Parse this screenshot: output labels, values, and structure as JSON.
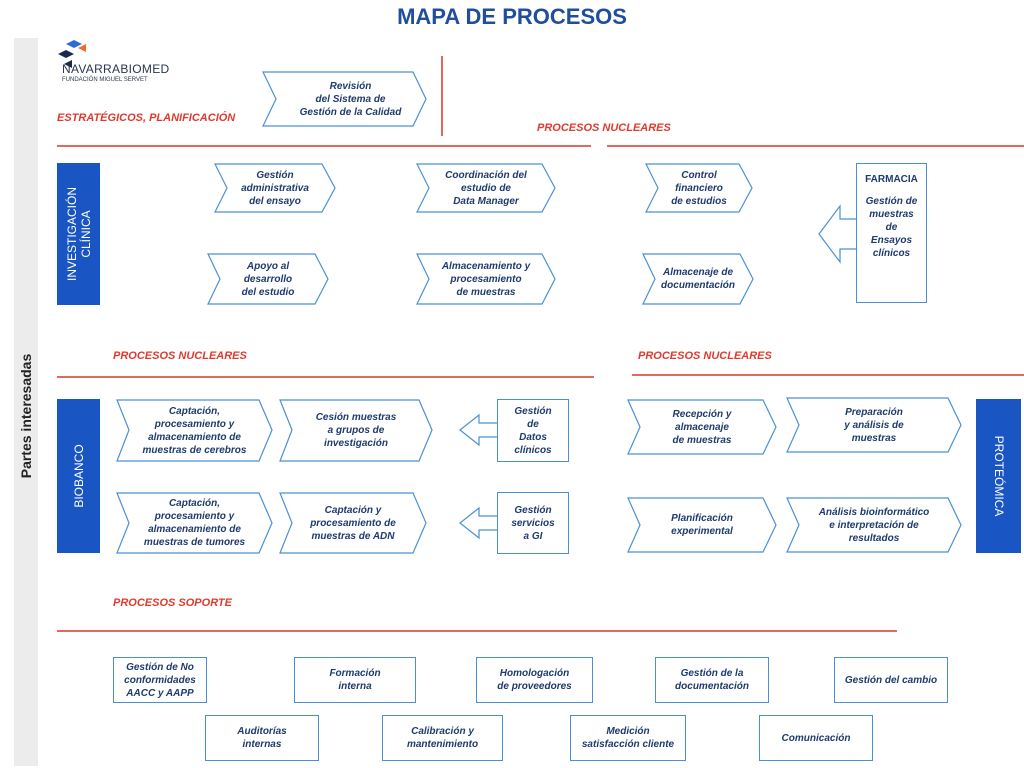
{
  "title": "MAPA DE PROCESOS",
  "stakeholders": "Partes interesadas",
  "logo": {
    "name": "NAVARRABIOMED",
    "subtitle": "FUNDACIÓN MIGUEL SERVET"
  },
  "sections": {
    "strategic": "ESTRATÉGICOS, PLANIFICACIÓN",
    "nuclear": "PROCESOS NUCLEARES",
    "support": "PROCESOS SOPORTE"
  },
  "areas": {
    "clinical": "INVESTIGACIÓN\nCLÍNICA",
    "biobank": "BIOBANCO",
    "proteomics": "PROTEÓMICA"
  },
  "strategic_process": "Revisión\ndel Sistema de\nGestión de la  Calidad",
  "clinical_processes": {
    "admin": "Gestión\nadministrativa\ndel ensayo",
    "coordination": "Coordinación del\nestudio de\nData Manager",
    "financial": "Control\nfinanciero\nde estudios",
    "support": "Apoyo al\ndesarrollo\ndel estudio",
    "samples": "Almacenamiento y\nprocesamiento\nde muestras",
    "documentation": "Almacenaje de\ndocumentación"
  },
  "pharmacy": {
    "title": "FARMACIA",
    "text": "Gestión de\nmuestras\nde\nEnsayos\nclínicos"
  },
  "biobank_processes": {
    "brain": "Captación,\nprocesamiento y\nalmacenamiento de\nmuestras de cerebros",
    "cession": "Cesión muestras\na grupos de\ninvestigación",
    "clinical_data": "Gestión\nde\nDatos\nclínicos",
    "tumor": "Captación,\nprocesamiento y\nalmacenamiento de\nmuestras de tumores",
    "dna": "Captación y\nprocesamiento de\nmuestras de ADN",
    "services": "Gestión\nservicios\na GI"
  },
  "proteomics_processes": {
    "reception": "Recepción y\nalmacenaje\nde muestras",
    "preparation": "Preparación\ny análisis de\nmuestras",
    "planning": "Planificación\nexperimental",
    "bioinformatics": "Análisis bioinformático\ne interpretación de\nresultados"
  },
  "support_processes": {
    "nonconformities": "Gestión de No\nconformidades\nAACC y AAPP",
    "training": "Formación\ninterna",
    "suppliers": "Homologación\nde proveedores",
    "documentation": "Gestión de la\ndocumentación",
    "change": "Gestión del cambio",
    "audits": "Auditorías\ninternas",
    "calibration": "Calibración y\nmantenimiento",
    "satisfaction": "Medición\nsatisfacción cliente",
    "communication": "Comunicación"
  },
  "colors": {
    "title": "#1f4e9c",
    "section": "#e03a2e",
    "area": "#1a55c4",
    "border": "#4a90d6",
    "text": "#1f3a6e"
  }
}
